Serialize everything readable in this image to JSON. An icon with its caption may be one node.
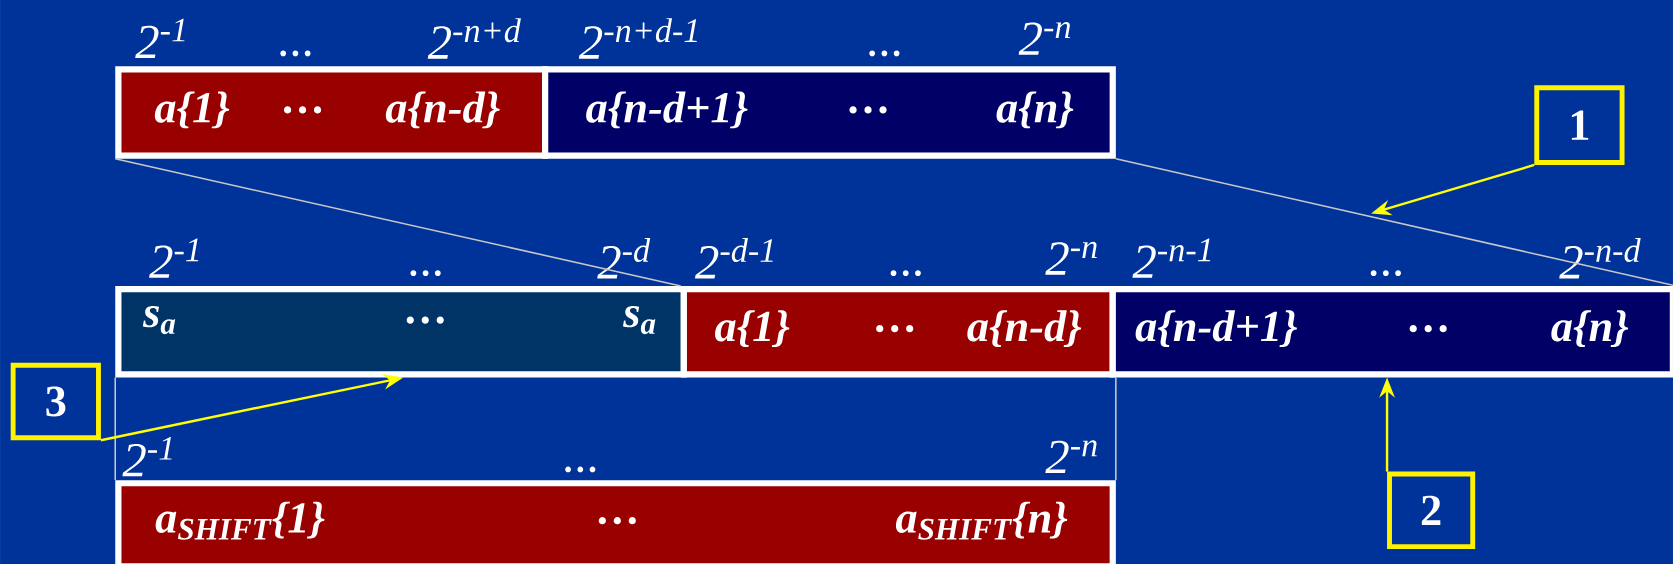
{
  "diagram": {
    "nodes": [
      {
        "text": [
          "a{1}",
          "…",
          "a{n-d}"
        ],
        "beside": [
          "2$^{-1}$",
          "...",
          "2$^{-n+d}$"
        ]
      },
      {
        "text": [
          "a{n-d+1}",
          "…",
          "a{n}"
        ],
        "beside": [
          "2$^{-n+d-1}$",
          "...",
          "2$^{-n}$"
        ]
      },
      {
        "text": [
          "s$_{a}$",
          "…",
          "s$_{a}$"
        ],
        "beside": [
          "2$^{-1}$",
          "...",
          "2$^{-d}$"
        ]
      },
      {
        "text": [
          "a{1}",
          "…",
          "a{n-d}"
        ],
        "beside": [
          "2$^{-d-1}$",
          "...",
          "2$^{-n}$"
        ]
      },
      {
        "text": [
          "a{n-d+1}",
          "…",
          "a{n}"
        ],
        "beside": [
          "2$^{-n-1}$",
          "...",
          "2$^{-n-d}$"
        ]
      },
      {
        "text": [
          "a$_{SHIFT}${1}",
          "…",
          "a$_{SHIFT}${n}"
        ],
        "beside": [
          "2$^{-1}$",
          "...",
          "2$^{-n}$"
        ]
      },
      {
        "text": [
          "1"
        ]
      },
      {
        "text": [
          "2"
        ]
      },
      {
        "text": [
          "3"
        ]
      }
    ],
    "edges": [
      {
        "from": 0,
        "to": 3,
        "arrow": "none",
        "color": "#c8c8c8"
      },
      {
        "from": 1,
        "to": 4,
        "arrow": "none",
        "color": "#c8c8c8"
      },
      {
        "from": 2,
        "to": 5,
        "arrow": "none",
        "color": "#c8c8c8"
      },
      {
        "from": 3,
        "to": 5,
        "arrow": "none",
        "color": "#c8c8c8"
      },
      {
        "from": 6,
        "to": null,
        "arrow": "to",
        "color": "#ffff00"
      },
      {
        "from": 7,
        "to": 4,
        "arrow": "to",
        "color": "#ffff00"
      },
      {
        "from": 8,
        "to": 2,
        "arrow": "to",
        "color": "#ffff00"
      }
    ]
  }
}
